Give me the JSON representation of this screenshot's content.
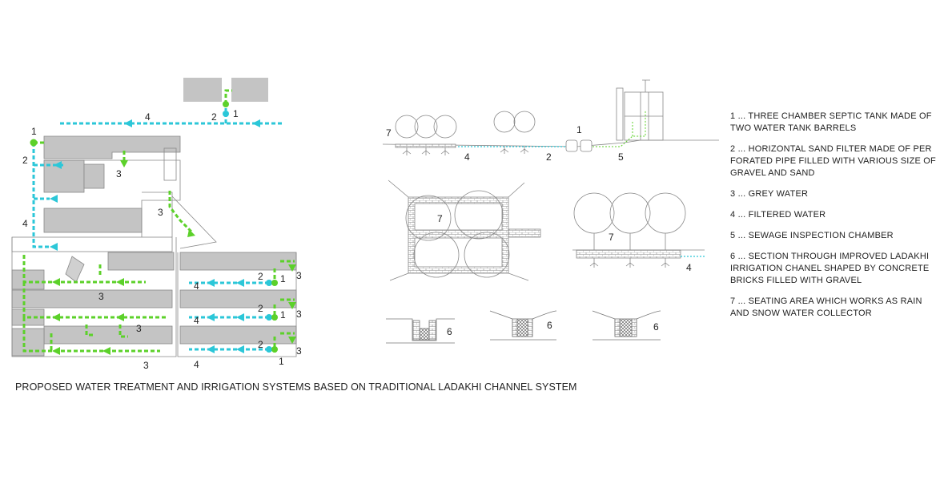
{
  "colors": {
    "building": "#c4c4c4",
    "filtered_water": "#2cc7d8",
    "grey_water": "#5cd12a",
    "lines": "#7a7a7a"
  },
  "labels": {
    "n1": "1",
    "n2": "2",
    "n3": "3",
    "n4": "4",
    "n5": "5",
    "n6": "6",
    "n7": "7"
  },
  "legend": [
    {
      "text": "1 ... THREE CHAMBER SEPTIC TANK MADE OF TWO WATER TANK BARRELS"
    },
    {
      "text": "2 ... HORIZONTAL SAND FILTER MADE OF PER FORATED PIPE FILLED WITH VARIOUS SIZE OF GRAVEL AND SAND"
    },
    {
      "text": "3 ... GREY WATER"
    },
    {
      "text": "4 ... FILTERED WATER"
    },
    {
      "text": "5 ... SEWAGE INSPECTION CHAMBER"
    },
    {
      "text": "6 ... SECTION THROUGH IMPROVED LADAKHI IRRIGATION CHANEL SHAPED BY CONCRETE BRICKS FILLED WITH GRAVEL"
    },
    {
      "text": "7 ... SEATING AREA WHICH WORKS AS RAIN AND SNOW WATER COLLECTOR"
    }
  ],
  "caption": "PROPOSED WATER TREATMENT AND IRRIGATION SYSTEMS BASED ON TRADITIONAL LADAKHI CHANNEL SYSTEM"
}
